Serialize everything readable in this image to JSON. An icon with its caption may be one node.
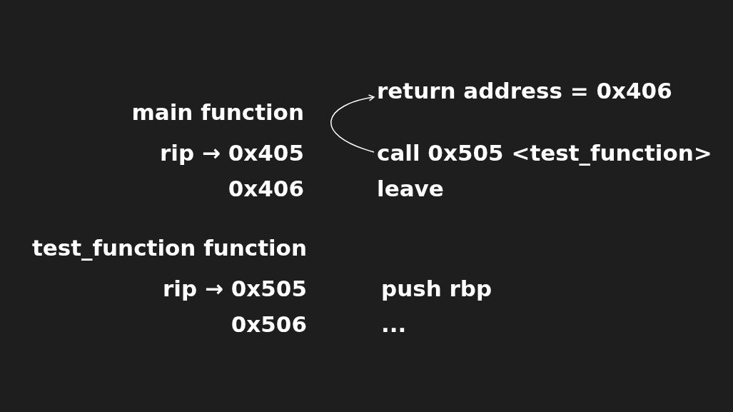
{
  "diagram": {
    "nodes": [
      {
        "text": [
          "return address = 0x406"
        ]
      },
      {
        "text": [
          "call 0x505 <test_function>"
        ]
      }
    ],
    "edges": [
      {
        "from": 1,
        "to": 0,
        "arrow": "to"
      }
    ],
    "labels": [
      "main function",
      "rip → 0x405",
      "0x406",
      "leave",
      "test_function function",
      "rip → 0x505",
      "push rbp",
      "0x506",
      "..."
    ]
  }
}
